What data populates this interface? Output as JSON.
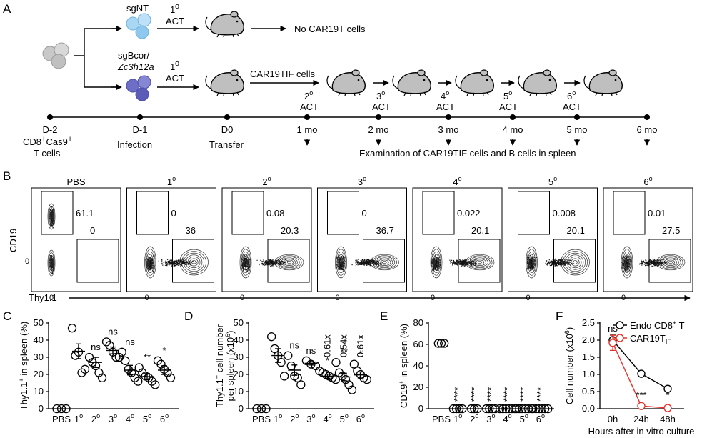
{
  "panel_letters": [
    "A",
    "B",
    "C",
    "D",
    "E",
    "F"
  ],
  "panelA": {
    "sgNT": "sgNT",
    "sgBcor_line1": "sgBcor/",
    "sgBcor_line2": "Zc3h12a",
    "act1": "1",
    "act_label": "ACT",
    "no_car": "No CAR19T cells",
    "car19tif": "CAR19TIF cells",
    "act_steps": [
      "2",
      "3",
      "4",
      "5",
      "6"
    ],
    "timeline": [
      "D-2",
      "D-1",
      "D0",
      "1 mo",
      "2 mo",
      "3 mo",
      "4 mo",
      "5 mo",
      "6 mo"
    ],
    "d2_line2": "CD8+Cas9+",
    "d2_line3": "T cells",
    "infection": "Infection",
    "transfer": "Transfer",
    "examination": "Examination of CAR19TIF cells and B cells in spleen"
  },
  "panelB": {
    "y_label": "CD19",
    "x_label": "Thy1.1",
    "zero": "0",
    "plots": [
      {
        "title": "PBS",
        "top": "61.1",
        "bottom": "0"
      },
      {
        "title": "1",
        "top": "0",
        "bottom": "36"
      },
      {
        "title": "2",
        "top": "0.08",
        "bottom": "20.3"
      },
      {
        "title": "3",
        "top": "0",
        "bottom": "36.7"
      },
      {
        "title": "4",
        "top": "0.022",
        "bottom": "20.1"
      },
      {
        "title": "5",
        "top": "0.008",
        "bottom": "20.1"
      },
      {
        "title": "6",
        "top": "0.01",
        "bottom": "27.5"
      }
    ]
  },
  "chart_data": [
    {
      "panel": "C",
      "type": "scatter",
      "ylabel": "Thy1.1+ in spleen (%)",
      "ylim": [
        0,
        50
      ],
      "yticks": [
        0,
        10,
        20,
        30,
        40,
        50
      ],
      "categories": [
        "PBS",
        "1",
        "2",
        "3",
        "4",
        "5",
        "6"
      ],
      "points": [
        [
          0,
          0,
          0
        ],
        [
          47,
          31,
          33,
          21,
          23
        ],
        [
          30,
          27,
          25,
          21,
          18
        ],
        [
          39,
          37,
          33,
          30,
          30
        ],
        [
          33,
          28,
          23,
          21,
          18,
          16
        ],
        [
          24,
          21,
          19,
          18,
          16,
          14
        ],
        [
          28,
          26,
          23,
          21,
          18
        ]
      ],
      "mean": [
        0,
        33.5,
        27,
        34,
        22.5,
        18.7,
        22.5
      ],
      "sem": [
        0,
        4.3,
        3,
        2,
        2.8,
        1.8,
        2.5
      ],
      "annotations": [
        "",
        "",
        "ns",
        "ns",
        "ns",
        "**",
        "*"
      ]
    },
    {
      "panel": "D",
      "type": "scatter",
      "ylabel": "Thy1.1+ cell number per spleen (x106)",
      "ylim": [
        0,
        50
      ],
      "yticks": [
        0,
        10,
        20,
        30,
        40,
        50
      ],
      "categories": [
        "PBS",
        "1",
        "2",
        "3",
        "4",
        "5",
        "6"
      ],
      "points": [
        [
          0,
          0,
          0
        ],
        [
          42,
          35,
          31,
          27,
          19
        ],
        [
          31,
          25,
          19,
          18,
          14
        ],
        [
          28,
          26,
          25
        ],
        [
          22,
          21,
          20,
          19,
          18,
          17
        ],
        [
          27,
          21,
          19,
          17,
          14,
          11
        ],
        [
          26,
          22,
          20,
          18,
          17
        ]
      ],
      "mean": [
        0,
        31,
        22.5,
        26.5,
        19,
        18.5,
        19.7
      ],
      "sem": [
        0,
        4,
        3,
        1,
        1.2,
        2.2,
        1.8
      ],
      "annotations": [
        "",
        "",
        "ns",
        "ns",
        "*",
        "**",
        "*"
      ],
      "fold": [
        "",
        "",
        "",
        "",
        "0.61x",
        "0.54x",
        "0.61x"
      ]
    },
    {
      "panel": "E",
      "type": "scatter",
      "ylabel": "CD19+ in spleen (%)",
      "ylim": [
        0,
        80
      ],
      "yticks": [
        0,
        20,
        40,
        60,
        80
      ],
      "categories": [
        "PBS",
        "1",
        "2",
        "3",
        "4",
        "5",
        "6"
      ],
      "points": [
        [
          61,
          61,
          61
        ],
        [
          0,
          0,
          0,
          0
        ],
        [
          0,
          0,
          0
        ],
        [
          0,
          0,
          0,
          0
        ],
        [
          0,
          0,
          0,
          0,
          0,
          0
        ],
        [
          0,
          0,
          0,
          0,
          0,
          0
        ],
        [
          0,
          0,
          0,
          0,
          0,
          0
        ]
      ],
      "mean": [
        61,
        0,
        0,
        0,
        0,
        0,
        0
      ],
      "annotations": [
        "",
        "****",
        "****",
        "****",
        "****",
        "****",
        "****"
      ]
    },
    {
      "panel": "F",
      "type": "line",
      "ylabel": "Cell number (x106)",
      "xlabel": "Hours after in vitro culture",
      "categories": [
        "0h",
        "24h",
        "48h"
      ],
      "ylim": [
        0,
        2.5
      ],
      "yticks": [
        0,
        0.5,
        1.0,
        1.5,
        2.0,
        2.5
      ],
      "series": [
        {
          "name": "Endo CD8+ T",
          "values": [
            2.0,
            1.02,
            0.58
          ],
          "err": [
            0.15,
            0.03,
            0.06
          ],
          "color": "#000000"
        },
        {
          "name": "CAR19TIF",
          "values": [
            1.92,
            0.08,
            0.02
          ],
          "err": [
            0.22,
            0.02,
            0.01
          ],
          "color": "#e8312a"
        }
      ],
      "annotations": [
        "ns",
        "***",
        "*"
      ]
    }
  ]
}
